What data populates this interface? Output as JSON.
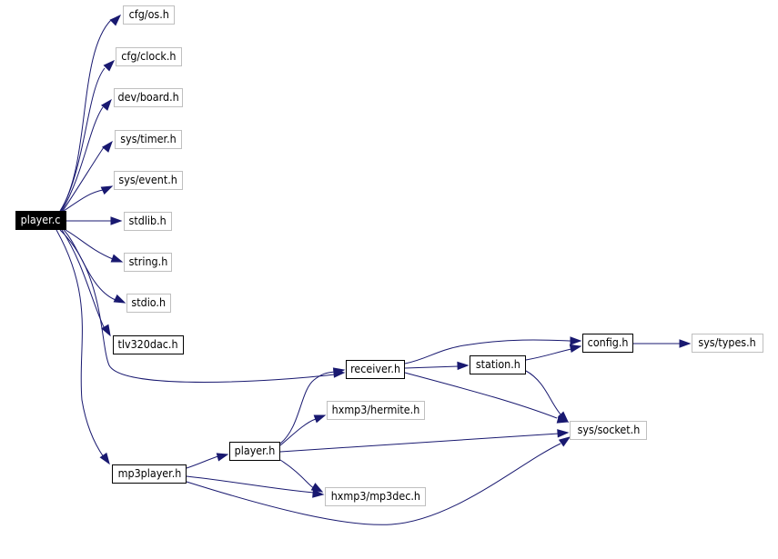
{
  "graph": {
    "edge_color": "#191970",
    "external_border_color": "#bfbfbf",
    "root_fill": "#000000",
    "nodes": {
      "player_c": {
        "label": "player.c",
        "kind": "root"
      },
      "cfg_os": {
        "label": "cfg/os.h",
        "kind": "external"
      },
      "cfg_clock": {
        "label": "cfg/clock.h",
        "kind": "external"
      },
      "dev_board": {
        "label": "dev/board.h",
        "kind": "external"
      },
      "sys_timer": {
        "label": "sys/timer.h",
        "kind": "external"
      },
      "sys_event": {
        "label": "sys/event.h",
        "kind": "external"
      },
      "stdlib": {
        "label": "stdlib.h",
        "kind": "external"
      },
      "string": {
        "label": "string.h",
        "kind": "external"
      },
      "stdio": {
        "label": "stdio.h",
        "kind": "external"
      },
      "tlv320dac": {
        "label": "tlv320dac.h",
        "kind": "internal"
      },
      "receiver": {
        "label": "receiver.h",
        "kind": "internal"
      },
      "station": {
        "label": "station.h",
        "kind": "internal"
      },
      "config": {
        "label": "config.h",
        "kind": "internal"
      },
      "sys_types": {
        "label": "sys/types.h",
        "kind": "external"
      },
      "sys_socket": {
        "label": "sys/socket.h",
        "kind": "external"
      },
      "hermite": {
        "label": "hxmp3/hermite.h",
        "kind": "external"
      },
      "mp3player": {
        "label": "mp3player.h",
        "kind": "internal"
      },
      "player_h": {
        "label": "player.h",
        "kind": "internal"
      },
      "mp3dec": {
        "label": "hxmp3/mp3dec.h",
        "kind": "external"
      }
    },
    "edges": [
      {
        "from": "player_c",
        "to": "cfg_os"
      },
      {
        "from": "player_c",
        "to": "cfg_clock"
      },
      {
        "from": "player_c",
        "to": "dev_board"
      },
      {
        "from": "player_c",
        "to": "sys_timer"
      },
      {
        "from": "player_c",
        "to": "sys_event"
      },
      {
        "from": "player_c",
        "to": "stdlib"
      },
      {
        "from": "player_c",
        "to": "string"
      },
      {
        "from": "player_c",
        "to": "stdio"
      },
      {
        "from": "player_c",
        "to": "tlv320dac"
      },
      {
        "from": "player_c",
        "to": "receiver"
      },
      {
        "from": "player_c",
        "to": "mp3player"
      },
      {
        "from": "receiver",
        "to": "config"
      },
      {
        "from": "receiver",
        "to": "station"
      },
      {
        "from": "receiver",
        "to": "sys_socket"
      },
      {
        "from": "station",
        "to": "config"
      },
      {
        "from": "station",
        "to": "sys_socket"
      },
      {
        "from": "config",
        "to": "sys_types"
      },
      {
        "from": "mp3player",
        "to": "player_h"
      },
      {
        "from": "mp3player",
        "to": "mp3dec"
      },
      {
        "from": "mp3player",
        "to": "sys_socket"
      },
      {
        "from": "player_h",
        "to": "receiver"
      },
      {
        "from": "player_h",
        "to": "hermite"
      },
      {
        "from": "player_h",
        "to": "sys_socket"
      },
      {
        "from": "player_h",
        "to": "mp3dec"
      }
    ]
  }
}
